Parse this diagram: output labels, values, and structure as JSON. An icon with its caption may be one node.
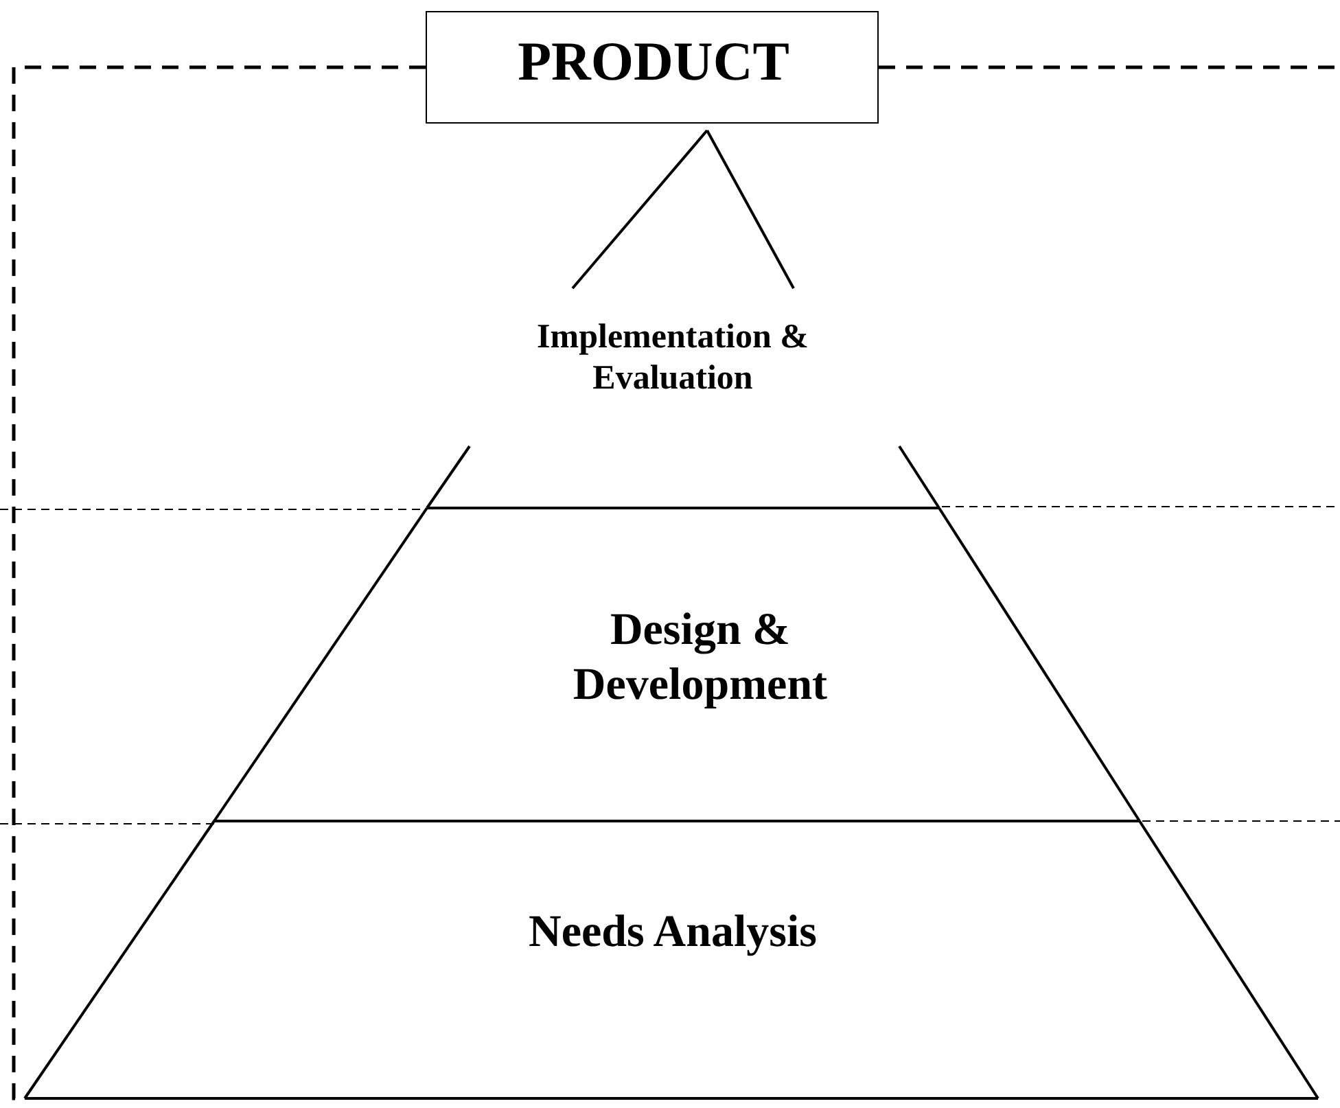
{
  "diagram": {
    "nodes": [
      {
        "text": [
          "PRODUCT"
        ]
      },
      {
        "text": [
          "Implementation & Evaluation"
        ]
      },
      {
        "text": [
          "Design & Development"
        ]
      },
      {
        "text": [
          "Needs Analysis"
        ]
      }
    ],
    "edges": [
      {
        "from": 0,
        "to": 3,
        "arrow": "none",
        "style": "dashed"
      },
      {
        "from": 0,
        "to": null,
        "arrow": "none",
        "style": "dashed"
      }
    ]
  }
}
